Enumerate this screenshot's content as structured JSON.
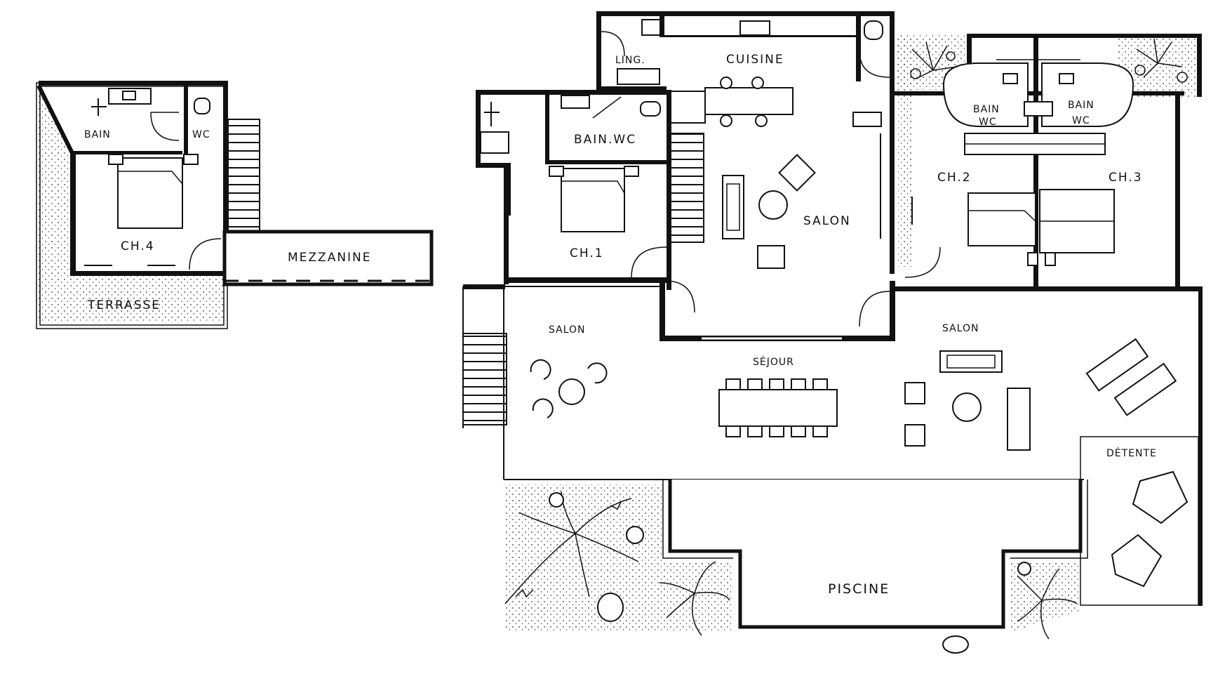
{
  "plan": {
    "rooms": {
      "bain_left": "BAIN",
      "wc_left": "WC",
      "ch4": "CH.4",
      "mezzanine": "MEZZANINE",
      "terrasse": "TERRASSE",
      "ling": "LING.",
      "cuisine": "CUISINE",
      "bain_wc_1": "BAIN.WC",
      "ch1": "CH.1",
      "salon_center": "SALON",
      "bain_wc_2_top": "BAIN",
      "bain_wc_2_bottom": "WC",
      "bain_wc_3_top": "BAIN",
      "bain_wc_3_bottom": "WC",
      "ch2": "CH.2",
      "ch3": "CH.3",
      "salon_left": "SALON",
      "sejour": "SÉJOUR",
      "salon_right": "SALON",
      "detente": "DÉTENTE",
      "piscine": "PISCINE"
    }
  }
}
